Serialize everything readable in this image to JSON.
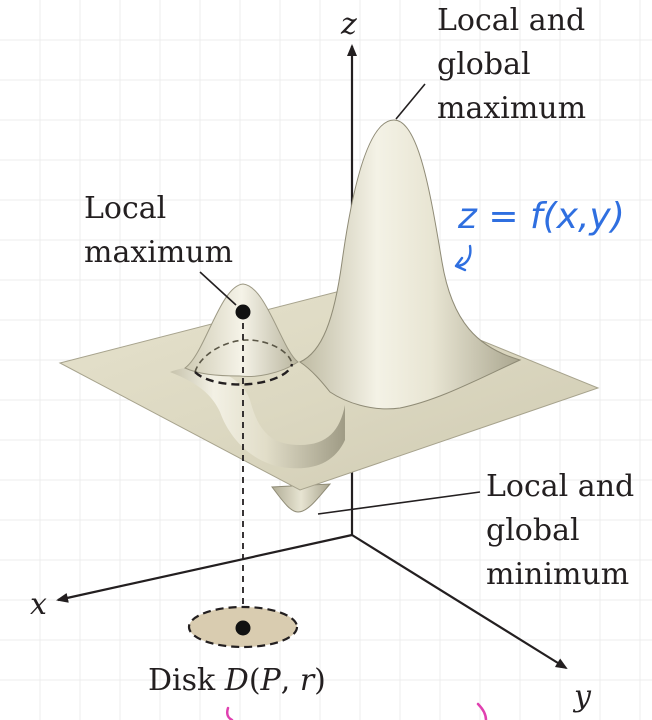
{
  "labels": {
    "z_axis": "z",
    "x_axis": "x",
    "y_axis": "y",
    "global_max_line1": "Local and",
    "global_max_line2": "global",
    "global_max_line3": "maximum",
    "local_max_line1": "Local",
    "local_max_line2": "maximum",
    "global_min_line1": "Local and",
    "global_min_line2": "global",
    "global_min_line3": "minimum",
    "disk_prefix": "Disk ",
    "disk_D": "D",
    "disk_open": "(",
    "disk_P": "P",
    "disk_comma": ", ",
    "disk_r": "r",
    "disk_close": ")",
    "handwritten_equation": "z = f(x,y)"
  },
  "colors": {
    "surface_light": "#f2f0e3",
    "surface_mid": "#ddd9c3",
    "surface_dark": "#a8a48e",
    "disk_fill": "#d9ccb0",
    "ink": "#231f20",
    "grid": "#e9e9e9",
    "handwriting_blue": "#2f6fe0",
    "handwriting_pink": "#e040b0"
  }
}
